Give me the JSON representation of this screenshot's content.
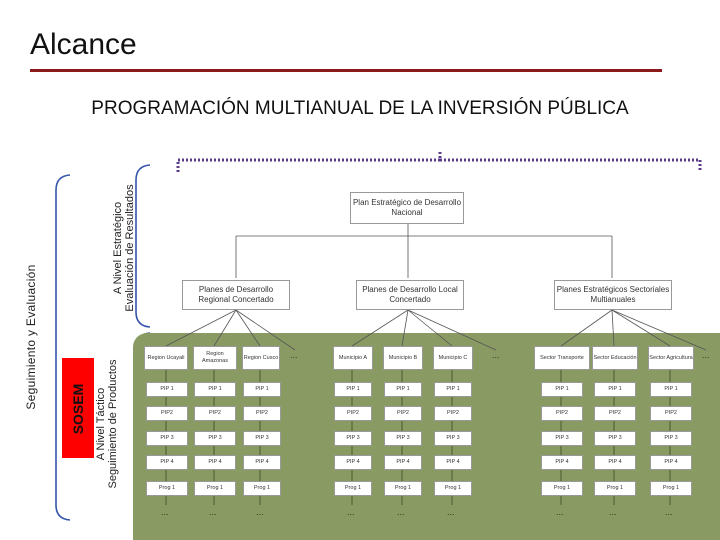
{
  "title": "Alcance",
  "subtitle": "PROGRAMACIÓN MULTIANUAL DE LA INVERSIÓN PÚBLICA",
  "side_labels": {
    "seguimiento": "Seguimiento y Evaluación",
    "estrategico_1": "A Nivel Estratégico",
    "estrategico_2": "Evaluación de Resultados",
    "sosem": "SOSEM",
    "tactico_1": "A Nivel Táctico",
    "tactico_2": "Seguimiento de Productos"
  },
  "root": "Plan Estratégico de Desarrollo Nacional",
  "level2": [
    "Planes de Desarrollo Regional Concertado",
    "Planes de Desarrollo Local Concertado",
    "Planes Estratégicos Sectoriales Multianuales"
  ],
  "level3": [
    "Region Ucayali",
    "Region Amazonas",
    "Region Cusco",
    "Municipio A",
    "Municipio B",
    "Municipio C",
    "Sector Transporte",
    "Sector Educación",
    "Sector Agricultura"
  ],
  "ellipsis": "...",
  "row_labels": [
    "PIP 1",
    "PIP2",
    "PIP 3",
    "PIP 4",
    "Prog 1"
  ]
}
